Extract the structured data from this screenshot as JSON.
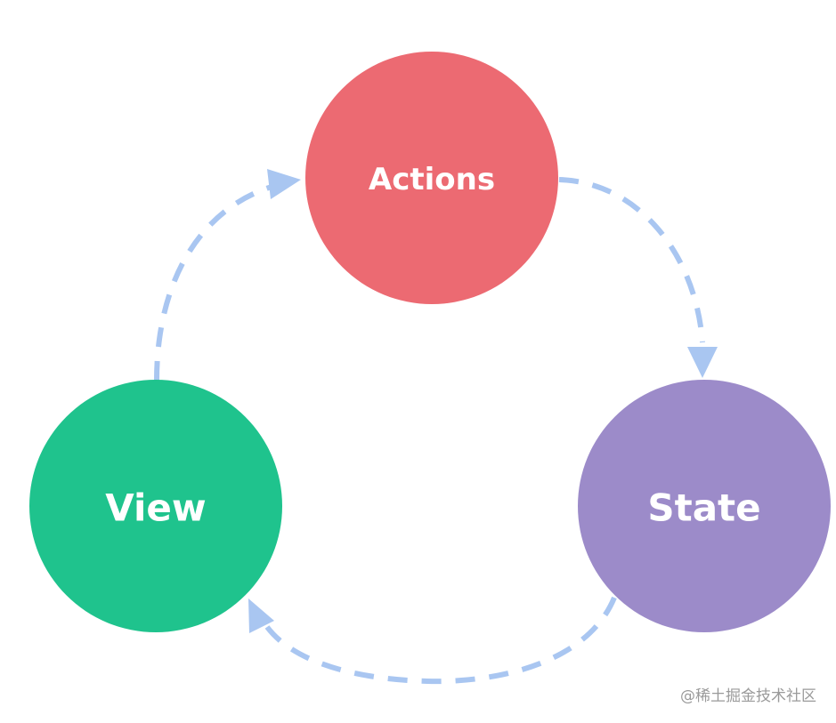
{
  "diagram": {
    "nodes": [
      {
        "id": "actions",
        "label": "Actions",
        "color": "#ec6a72"
      },
      {
        "id": "state",
        "label": "State",
        "color": "#9c8bc9"
      },
      {
        "id": "view",
        "label": "View",
        "color": "#1fc38d"
      }
    ],
    "edges": [
      {
        "from": "actions",
        "to": "state"
      },
      {
        "from": "state",
        "to": "view"
      },
      {
        "from": "view",
        "to": "actions"
      }
    ],
    "arrow_color": "#a9c6f1"
  },
  "watermark": "@稀土掘金技术社区"
}
